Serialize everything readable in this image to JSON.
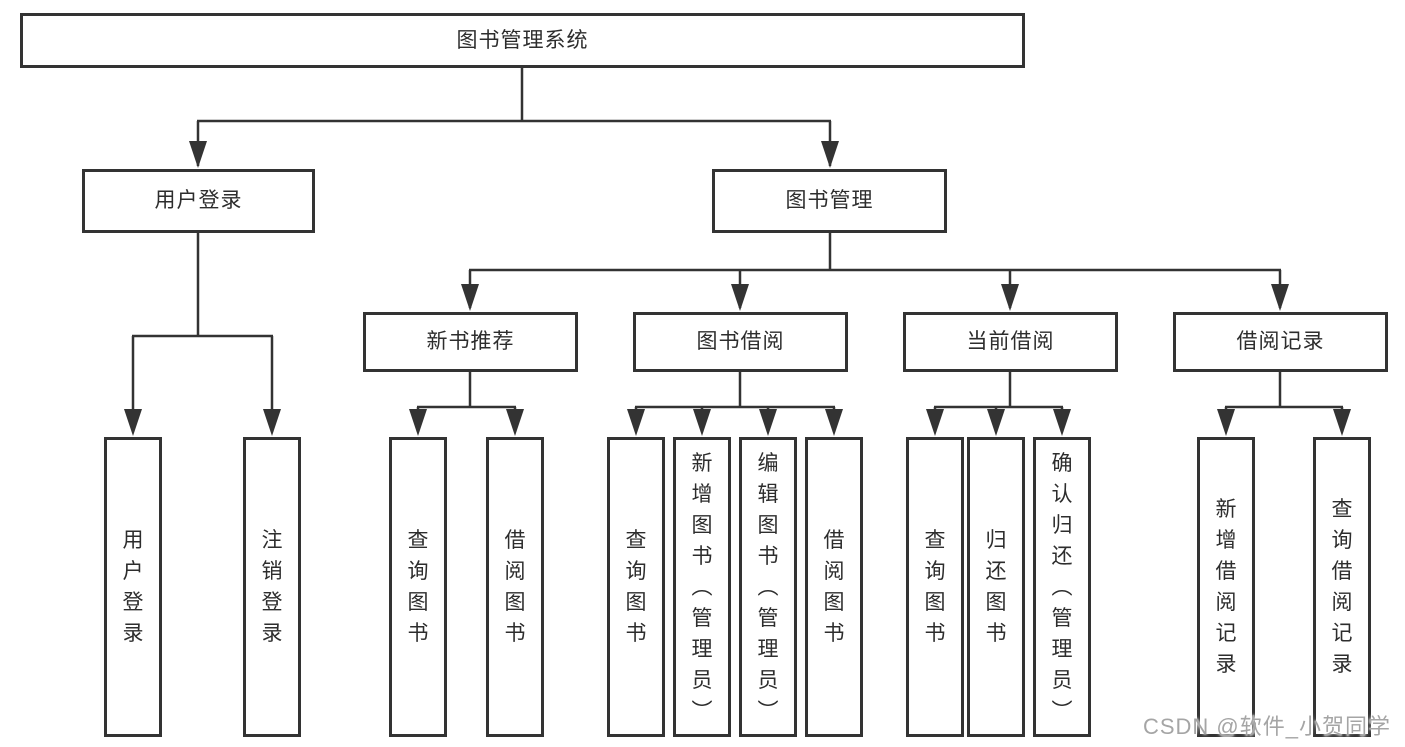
{
  "diagram": {
    "type": "tree",
    "tree": {
      "label": "图书管理系统",
      "children": [
        {
          "label": "用户登录",
          "children": [
            {
              "label": "用户登录"
            },
            {
              "label": "注销登录"
            }
          ]
        },
        {
          "label": "图书管理",
          "children": [
            {
              "label": "新书推荐",
              "children": [
                {
                  "label": "查询图书"
                },
                {
                  "label": "借阅图书"
                }
              ]
            },
            {
              "label": "图书借阅",
              "children": [
                {
                  "label": "查询图书"
                },
                {
                  "label": "新增图书（管理员）"
                },
                {
                  "label": "编辑图书（管理员）"
                },
                {
                  "label": "借阅图书"
                }
              ]
            },
            {
              "label": "当前借阅",
              "children": [
                {
                  "label": "查询图书"
                },
                {
                  "label": "归还图书"
                },
                {
                  "label": "确认归还（管理员）"
                }
              ]
            },
            {
              "label": "借阅记录",
              "children": [
                {
                  "label": "新增借阅记录"
                },
                {
                  "label": "查询借阅记录"
                }
              ]
            }
          ]
        }
      ]
    },
    "colors": {
      "line": "#333333",
      "border": "#333333",
      "text": "#2d2d2d",
      "background": "#ffffff"
    }
  },
  "watermark": {
    "text": "CSDN @软件_小贺同学"
  }
}
